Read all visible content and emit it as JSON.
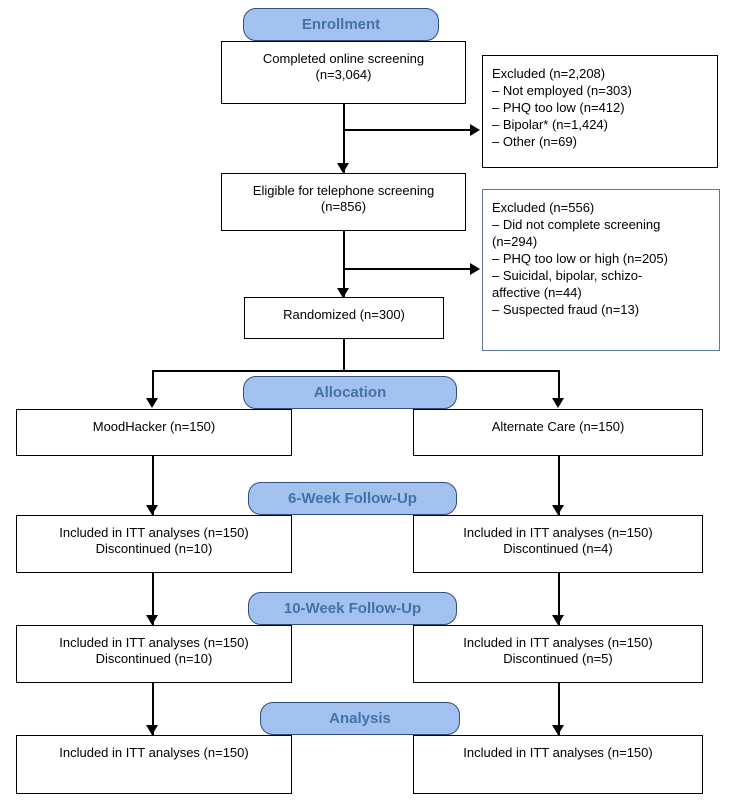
{
  "diagram": {
    "title": "CONSORT participant flow diagram",
    "accent_blue": "#A3C1EE",
    "accent_blue_text": "#4472A8",
    "accent_blue_border": "#2F4F7F",
    "line_color": "#000000",
    "excluded_box_border": "#5B7BA5"
  },
  "stages": {
    "enrollment": "Enrollment",
    "allocation": "Allocation",
    "followup_6week": "6-Week Follow-Up",
    "followup_10week": "10-Week Follow-Up",
    "analysis": "Analysis"
  },
  "nodes": {
    "screened": {
      "line1": "Completed online screening",
      "line2": "(n=3,064)"
    },
    "eligible": {
      "line1": "Eligible for telephone screening",
      "line2": "(n=856)"
    },
    "randomized": {
      "line1": "Randomized (n=300)"
    },
    "alloc_left": {
      "line1": "MoodHacker (n=150)"
    },
    "alloc_right": {
      "line1": "Alternate Care (n=150)"
    },
    "week6_left": {
      "line1": "Included in ITT analyses (n=150)",
      "line2": "Discontinued (n=10)"
    },
    "week6_right": {
      "line1": "Included in ITT analyses (n=150)",
      "line2": "Discontinued (n=4)"
    },
    "week10_left": {
      "line1": "Included in ITT analyses (n=150)",
      "line2": "Discontinued (n=10)"
    },
    "week10_right": {
      "line1": "Included in ITT analyses (n=150)",
      "line2": "Discontinued (n=5)"
    },
    "analysis_left": {
      "line1": "Included in ITT analyses (n=150)"
    },
    "analysis_right": {
      "line1": "Included in ITT analyses (n=150)"
    }
  },
  "excluded_online": {
    "heading": "Excluded (n=2,208)",
    "items": [
      "– Not employed (n=303)",
      "– PHQ too low (n=412)",
      "– Bipolar* (n=1,424)",
      "– Other (n=69)"
    ]
  },
  "excluded_phone": {
    "heading": "Excluded (n=556)",
    "items": [
      "– Did not complete screening",
      "(n=294)",
      "– PHQ too low or high (n=205)",
      "– Suicidal, bipolar, schizo-",
      "affective (n=44)",
      "– Suspected fraud (n=13)"
    ]
  },
  "chart_data": {
    "type": "table",
    "title": "CONSORT flow: MoodHacker randomized controlled trial",
    "flow": [
      {
        "stage": "Enrollment",
        "node": "Completed online screening",
        "n": 3064
      },
      {
        "stage": "Enrollment",
        "node": "Excluded from online screening",
        "n": 2208,
        "reasons": [
          {
            "label": "Not employed",
            "n": 303
          },
          {
            "label": "PHQ too low",
            "n": 412
          },
          {
            "label": "Bipolar*",
            "n": 1424
          },
          {
            "label": "Other",
            "n": 69
          }
        ]
      },
      {
        "stage": "Enrollment",
        "node": "Eligible for telephone screening",
        "n": 856
      },
      {
        "stage": "Enrollment",
        "node": "Excluded at telephone screening",
        "n": 556,
        "reasons": [
          {
            "label": "Did not complete screening",
            "n": 294
          },
          {
            "label": "PHQ too low or high",
            "n": 205
          },
          {
            "label": "Suicidal, bipolar, schizo-affective",
            "n": 44
          },
          {
            "label": "Suspected fraud",
            "n": 13
          }
        ]
      },
      {
        "stage": "Enrollment",
        "node": "Randomized",
        "n": 300
      },
      {
        "stage": "Allocation",
        "node": "MoodHacker",
        "n": 150
      },
      {
        "stage": "Allocation",
        "node": "Alternate Care",
        "n": 150
      },
      {
        "stage": "6-Week Follow-Up",
        "node": "MoodHacker included in ITT analyses",
        "n": 150,
        "discontinued": 10
      },
      {
        "stage": "6-Week Follow-Up",
        "node": "Alternate Care included in ITT analyses",
        "n": 150,
        "discontinued": 4
      },
      {
        "stage": "10-Week Follow-Up",
        "node": "MoodHacker included in ITT analyses",
        "n": 150,
        "discontinued": 10
      },
      {
        "stage": "10-Week Follow-Up",
        "node": "Alternate Care included in ITT analyses",
        "n": 150,
        "discontinued": 5
      },
      {
        "stage": "Analysis",
        "node": "MoodHacker included in ITT analyses",
        "n": 150
      },
      {
        "stage": "Analysis",
        "node": "Alternate Care included in ITT analyses",
        "n": 150
      }
    ]
  }
}
